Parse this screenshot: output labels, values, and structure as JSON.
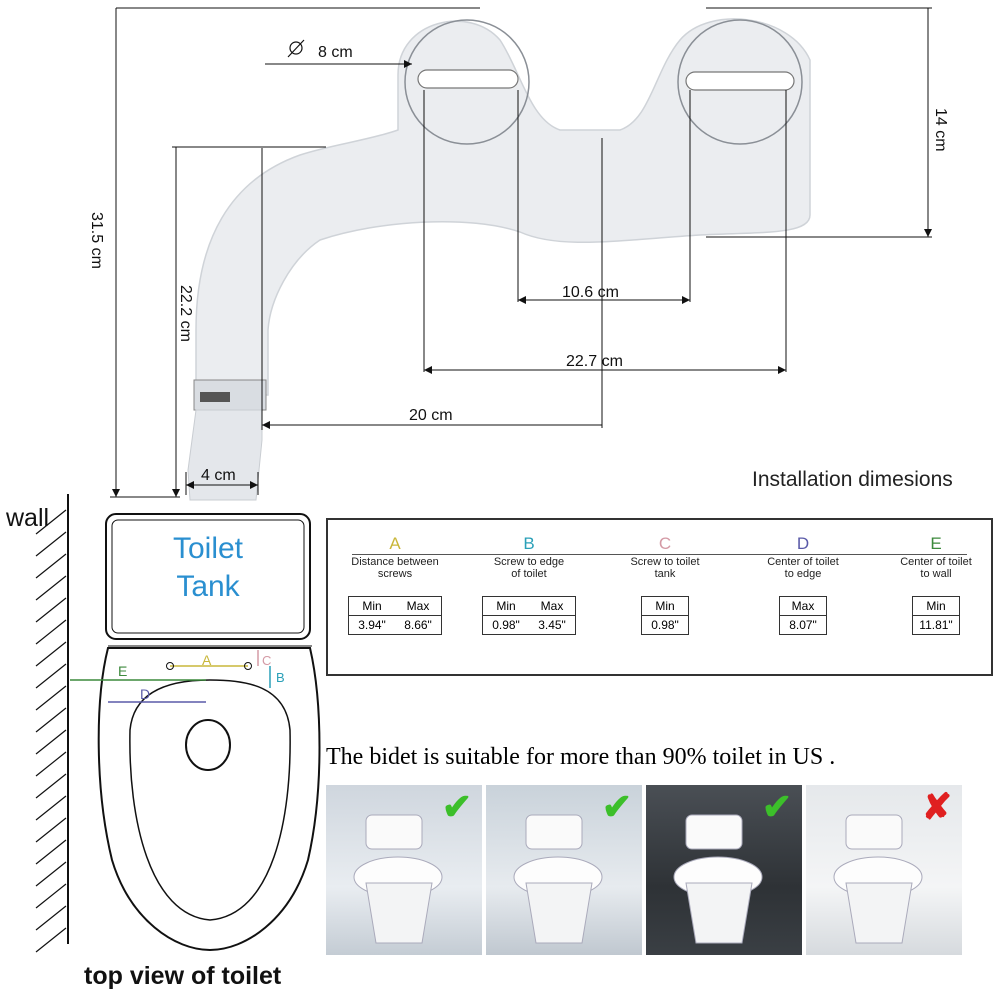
{
  "dimensions": {
    "diameter": "8 cm",
    "height_right": "14 cm",
    "total_height": "31.5 cm",
    "arm_height": "22.2 cm",
    "screw_inner": "10.6 cm",
    "screw_outer": "22.7 cm",
    "arm_length": "20 cm",
    "hose_width": "4 cm"
  },
  "installation_title": "Installation dimesions",
  "labels": {
    "wall": "wall",
    "tank_line1": "Toilet",
    "tank_line2": "Tank",
    "top_view": "top view of toilet",
    "A": "A",
    "B": "B",
    "C": "C",
    "D": "D",
    "E": "E"
  },
  "specs": [
    {
      "letter": "A",
      "color": "#c9b73a",
      "desc1": "Distance between",
      "desc2": "screws",
      "headers": [
        "Min",
        "Max"
      ],
      "values": [
        "3.94\"",
        "8.66\""
      ]
    },
    {
      "letter": "B",
      "color": "#2aa0b8",
      "desc1": "Screw to edge",
      "desc2": "of toilet",
      "headers": [
        "Min",
        "Max"
      ],
      "values": [
        "0.98\"",
        "3.45\""
      ]
    },
    {
      "letter": "C",
      "color": "#d49aa5",
      "desc1": "Screw to toilet",
      "desc2": "tank",
      "headers": [
        "Min"
      ],
      "values": [
        "0.98\""
      ]
    },
    {
      "letter": "D",
      "color": "#5a5aa8",
      "desc1": "Center of toilet",
      "desc2": "to edge",
      "headers": [
        "Max"
      ],
      "values": [
        "8.07\""
      ]
    },
    {
      "letter": "E",
      "color": "#3c8a3c",
      "desc1": "Center of toilet",
      "desc2": "to wall",
      "headers": [
        "Min"
      ],
      "values": [
        "11.81\""
      ]
    }
  ],
  "suitability_text": "The bidet is suitable for more than 90% toilet in US .",
  "photos": [
    {
      "mark": "check-icon",
      "mark_color": "#3cbf2a"
    },
    {
      "mark": "check-icon",
      "mark_color": "#3cbf2a"
    },
    {
      "mark": "check-icon",
      "mark_color": "#3cbf2a"
    },
    {
      "mark": "cross-icon",
      "mark_color": "#e02020"
    }
  ],
  "glyphs": {
    "check": "✔",
    "cross": "✘"
  },
  "colors": {
    "tank_text": "#2a8fd0",
    "accent_check": "#3cbf2a",
    "accent_cross": "#e02020"
  }
}
